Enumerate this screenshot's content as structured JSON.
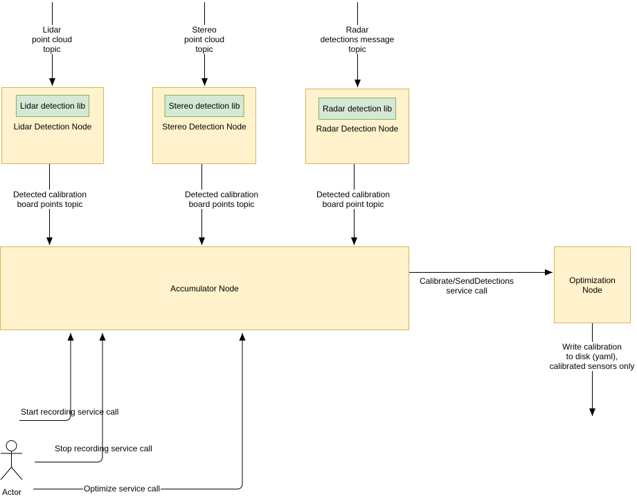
{
  "diagram": {
    "columns": [
      {
        "topic_label": "Lidar\npoint cloud\ntopic",
        "lib_label": "Lidar detection lib",
        "node_label": "Lidar Detection Node",
        "edge_label": "Detected calibration\nboard points topic"
      },
      {
        "topic_label": "Stereo\npoint cloud\ntopic",
        "lib_label": "Stereo detection lib",
        "node_label": "Stereo Detection Node",
        "edge_label": "Detected calibration\nboard points topic"
      },
      {
        "topic_label": "Radar\ndetections message\ntopic",
        "lib_label": "Radar detection lib",
        "node_label": "Radar Detection Node",
        "edge_label": "Detected calibration\nboard point topic"
      }
    ],
    "accumulator_label": "Accumulator Node",
    "optimization_label": "Optimization\nNode",
    "calibrate_edge_label": "Calibrate/SendDetections\nservice call",
    "write_edge_label": "Write calibration\nto disk (yaml),\ncalibrated sensors only",
    "actor_label": "Actor",
    "service_calls": {
      "start": "Start recording service call",
      "stop": "Stop recording service call",
      "optimize": "Optimize service call"
    },
    "colors": {
      "node_fill": "#FFF2CC",
      "node_border": "#D6B656",
      "lib_fill": "#D5E8D4",
      "lib_border": "#82B366",
      "line": "#000000",
      "text": "#000000",
      "background": "#FFFFFF"
    }
  }
}
